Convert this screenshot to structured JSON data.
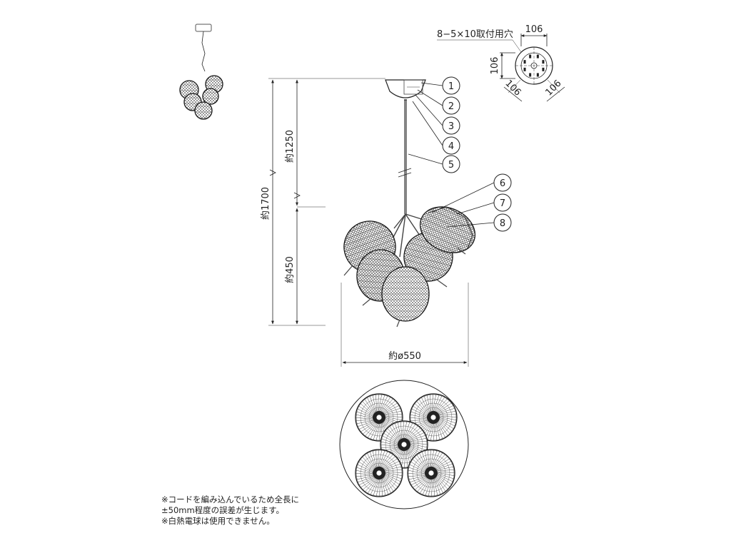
{
  "dimensions": {
    "total_height": "約1700",
    "cord_length": "約1250",
    "cluster_height": "約450",
    "diameter": "約ø550"
  },
  "canopy_detail": {
    "hole_spec": "8−5×10取付用穴",
    "width_top": "106",
    "height_left": "106",
    "diag_left": "106",
    "diag_right": "106"
  },
  "callouts": [
    "1",
    "2",
    "3",
    "4",
    "5",
    "6",
    "7",
    "8"
  ],
  "notes": [
    "※コードを編み込んでいるため全長に",
    "±50mm程度の誤差が生じます。",
    "※白熱電球は使用できません。"
  ]
}
